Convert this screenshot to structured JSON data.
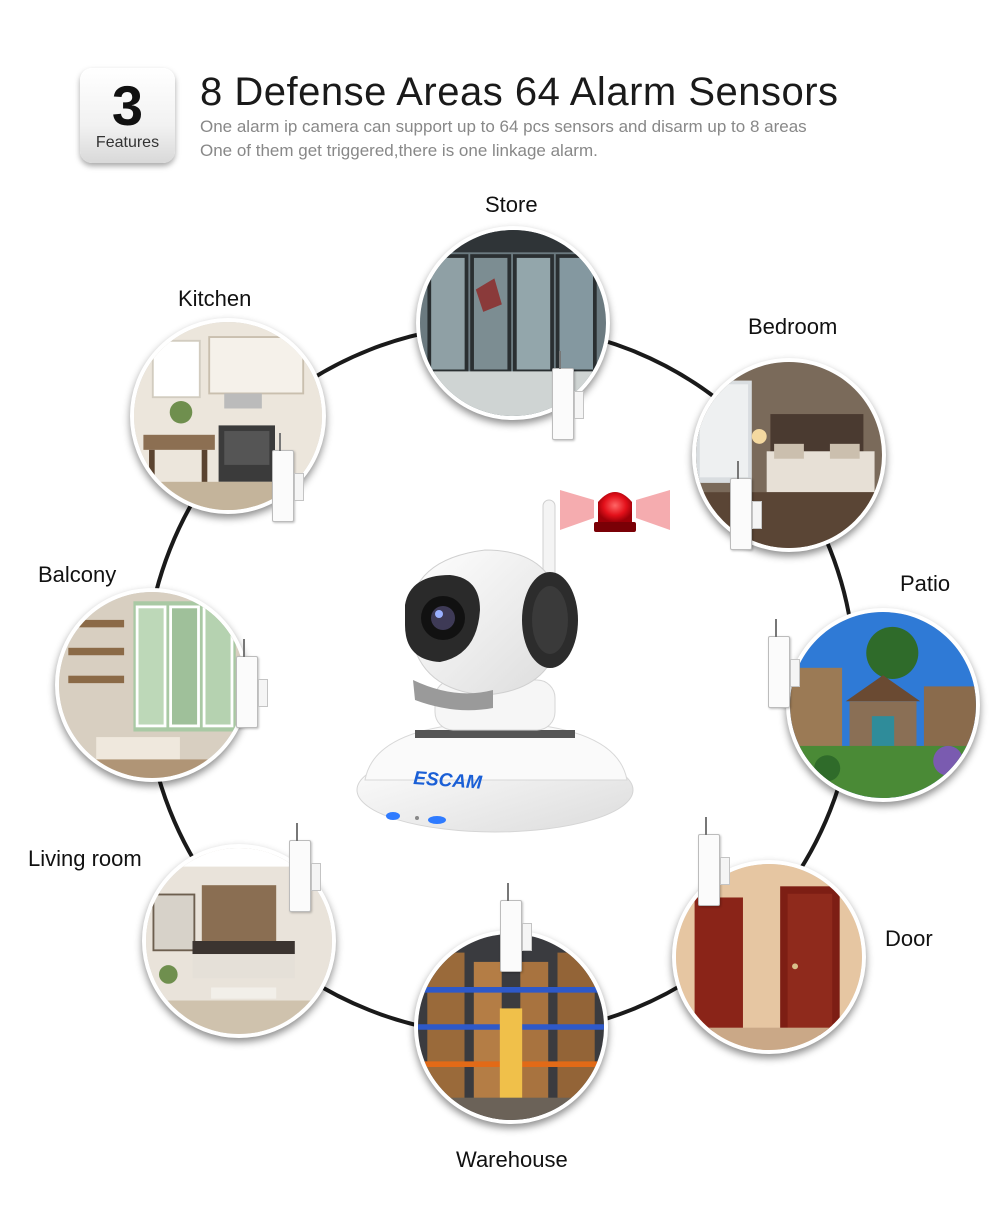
{
  "badge": {
    "number": "3",
    "label": "Features"
  },
  "header": {
    "title": "8 Defense Areas 64 Alarm Sensors",
    "subtitle_line1": "One alarm ip camera can support up to 64 pcs sensors and disarm up to 8 areas",
    "subtitle_line2": "One of them get triggered,there is one linkage alarm."
  },
  "camera": {
    "brand": "ESCAM"
  },
  "areas": {
    "store": "Store",
    "bedroom": "Bedroom",
    "patio": "Patio",
    "door": "Door",
    "warehouse": "Warehouse",
    "living_room": "Living room",
    "balcony": "Balcony",
    "kitchen": "Kitchen"
  },
  "colors": {
    "ring": "#1a1a1a",
    "alarm_red": "#e3101a",
    "led_blue": "#2f7bff"
  },
  "icons": [
    "camera-icon",
    "alarm-light-icon",
    "door-sensor-icon"
  ]
}
